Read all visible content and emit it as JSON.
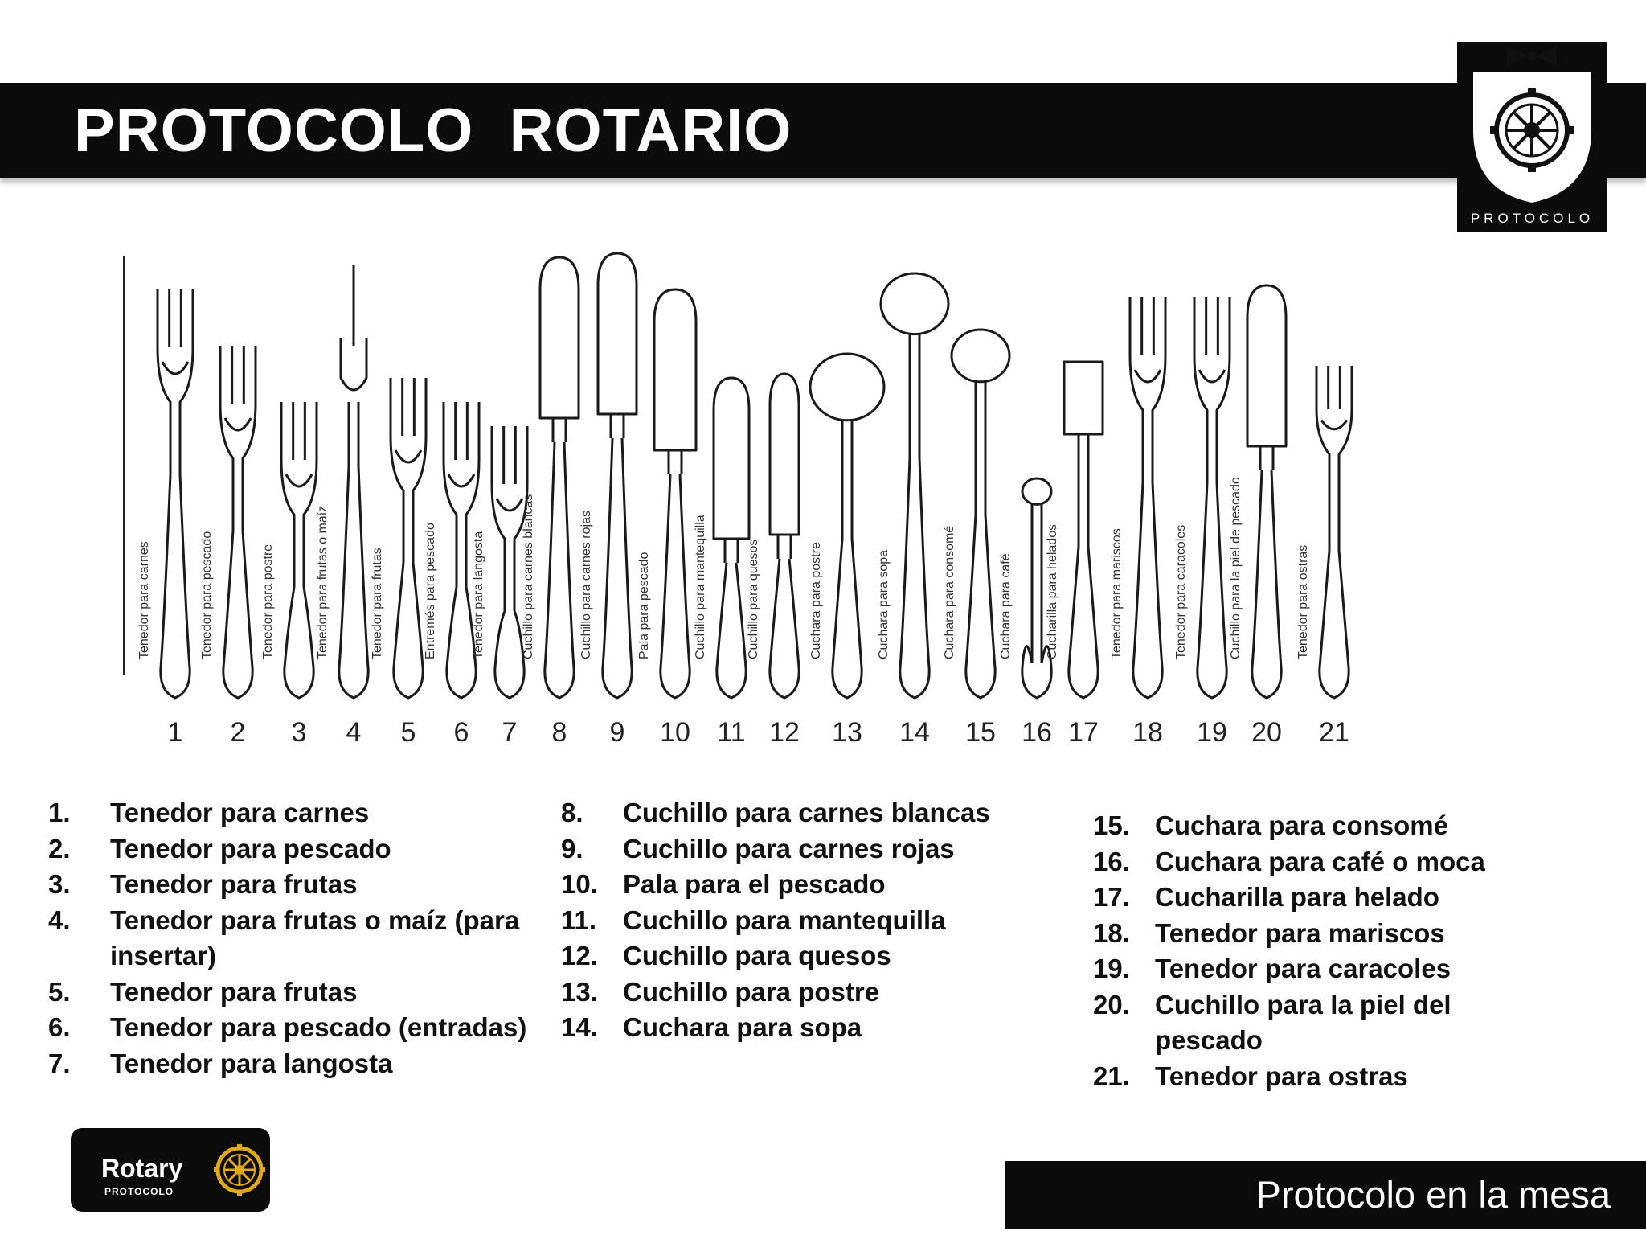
{
  "header": {
    "title": "PROTOCOLO  ROTARIO"
  },
  "logo": {
    "caption": "PROTOCOLO",
    "icon": "rotary-wheel-bowtie-logo"
  },
  "illustration": {
    "labels": [
      "Tenedor para carnes",
      "Tenedor para pescado",
      "Tenedor para postre",
      "Tenedor para frutas o maíz",
      "Tenedor para frutas",
      "Entremés para pescado",
      "Tenedor para langosta",
      "Cuchillo para carnes blancas",
      "Cuchillo para carnes rojas",
      "Pala para pescado",
      "Cuchillo para mantequilla",
      "Cuchillo para quesos",
      "Cuchara para postre",
      "Cuchara para sopa",
      "Cuchara para consomé",
      "Cuchara para café",
      "Cucharilla para helados",
      "Tenedor para mariscos",
      "Tenedor para caracoles",
      "Cuchillo para la piel de pescado",
      "Tenedor para ostras"
    ],
    "numbers": [
      "1",
      "2",
      "3",
      "4",
      "5",
      "6",
      "7",
      "8",
      "9",
      "10",
      "11",
      "12",
      "13",
      "14",
      "15",
      "16",
      "17",
      "18",
      "19",
      "20",
      "21"
    ]
  },
  "list": {
    "col1": [
      {
        "n": "1.",
        "t": "Tenedor para carnes"
      },
      {
        "n": "2.",
        "t": "Tenedor para pescado"
      },
      {
        "n": "3.",
        "t": "Tenedor para frutas"
      },
      {
        "n": "4.",
        "t": "Tenedor para frutas o maíz (para insertar)"
      },
      {
        "n": "5.",
        "t": "Tenedor para frutas"
      },
      {
        "n": "6.",
        "t": "Tenedor para pescado (entradas)"
      },
      {
        "n": "7.",
        "t": "Tenedor para langosta"
      }
    ],
    "col2": [
      {
        "n": "8.",
        "t": "Cuchillo para carnes blancas"
      },
      {
        "n": "9.",
        "t": "Cuchillo para carnes rojas"
      },
      {
        "n": "10.",
        "t": "Pala para el pescado"
      },
      {
        "n": "11.",
        "t": "Cuchillo para mantequilla"
      },
      {
        "n": "12.",
        "t": "Cuchillo para quesos"
      },
      {
        "n": "13.",
        "t": "Cuchillo para postre"
      },
      {
        "n": "14.",
        "t": "Cuchara para sopa"
      }
    ],
    "col3": [
      {
        "n": "15.",
        "t": "Cuchara para consomé"
      },
      {
        "n": "16.",
        "t": "Cuchara para café o moca"
      },
      {
        "n": "17.",
        "t": "Cucharilla para helado"
      },
      {
        "n": "18.",
        "t": "Tenedor para mariscos"
      },
      {
        "n": "19.",
        "t": "Tenedor para caracoles"
      },
      {
        "n": "20.",
        "t": "Cuchillo para la piel del pescado"
      },
      {
        "n": "21.",
        "t": "Tenedor para ostras"
      }
    ]
  },
  "badge": {
    "word": "Rotary",
    "sub": "PROTOCOLO",
    "icon": "rotary-wheel-icon"
  },
  "footer": {
    "text": "Protocolo en la mesa"
  }
}
